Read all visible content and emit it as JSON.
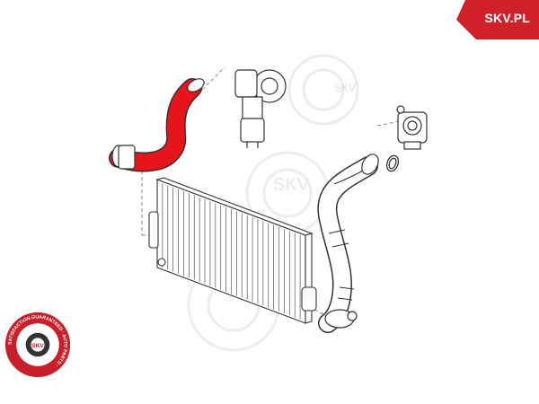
{
  "brand": {
    "badge_text": "SKV.PL",
    "badge_color": "#d0212b"
  },
  "watermark": {
    "text": "SKV"
  },
  "seal": {
    "ring_text": "SATISFACTION GUARANTEED · AUTO PARTS ·",
    "center_text": "SKV",
    "color": "#c8202a"
  },
  "diagram": {
    "highlight_color": "#e8141c",
    "line_color": "#333333",
    "parts": [
      "charge-air-hose (highlighted)",
      "turbocharger",
      "intercooler",
      "outlet-hose",
      "throttle-body",
      "o-ring"
    ]
  }
}
